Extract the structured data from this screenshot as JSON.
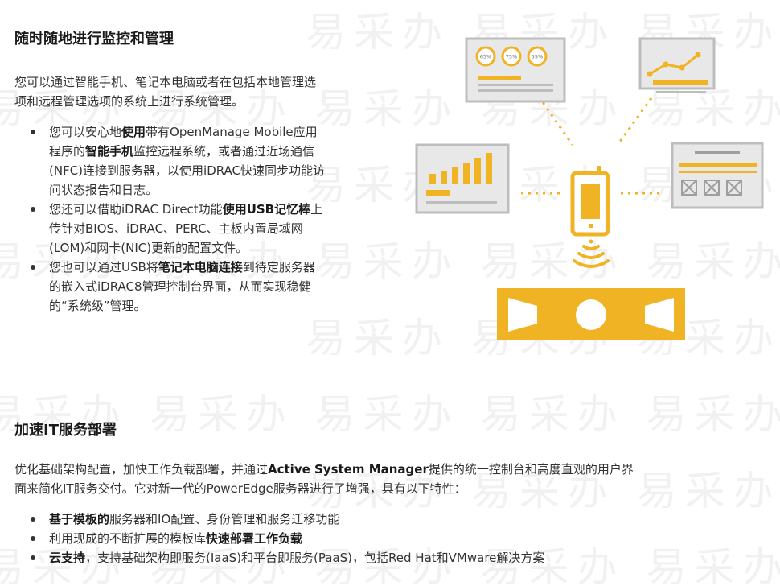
{
  "watermark": {
    "text": "易采办"
  },
  "section1": {
    "title": "随时随地进行监控和管理",
    "intro_line1": "您可以通过智能手机、笔记本电脑或者在包括本地管理选",
    "intro_line2": "项和远程管理选项的系统上进行系统管理。",
    "bullets": [
      {
        "lines": [
          [
            "您可以安心地",
            "使用",
            "带有OpenManage Mobile应用"
          ],
          [
            "程序的",
            "智能手机",
            "监控远程系统，或者通过近场通信"
          ],
          [
            "(NFC)连接到服务器，以使用iDRAC快速同步功能访"
          ],
          [
            "问状态报告和日志。"
          ]
        ]
      },
      {
        "lines": [
          [
            "您还可以借助iDRAC Direct功能",
            "使用USB记忆棒",
            "上"
          ],
          [
            "传针对BIOS、iDRAC、PERC、主板内置局域网"
          ],
          [
            "(LOM)和网卡(NIC)更新的配置文件。"
          ]
        ]
      },
      {
        "lines": [
          [
            "您也可以通过USB将",
            "笔记本电脑连接",
            "到待定服务器"
          ],
          [
            "的嵌入式iDRAC8管理控制台界面，从而实现稳健"
          ],
          [
            "的“系统级”管理。"
          ]
        ]
      }
    ]
  },
  "section2": {
    "title": "加速IT服务部署",
    "intro_line1_pre": "优化基础架构配置，加快工作负载部署，并通过",
    "intro_line1_bold": "Active System Manager",
    "intro_line1_post": "提供的统一控制台和高度直观的用户界",
    "intro_line2": "面来简化IT服务交付。它对新一代的PowerEdge服务器进行了增强，具有以下特性：",
    "bullets": [
      {
        "bold": "基于模板的",
        "rest": "服务器和IO配置、身份管理和服务迁移功能",
        "bold_first": true
      },
      {
        "pre": "利用现成的不断扩展的模板库",
        "bold": "快速部署工作负载"
      },
      {
        "bold": "云支持",
        "rest": "，支持基础架构即服务(IaaS)和平台即服务(PaaS)，包括Red Hat和VMware解决方案",
        "bold_first": true
      }
    ]
  },
  "illustration": {
    "accent": "#f0b323",
    "panel_fill": "#e8e8e8",
    "panel_stroke": "#bdbdbd",
    "gauge_labels": [
      "65%",
      "75%",
      "55%"
    ],
    "icons": [
      "gauge-dashboard-icon",
      "line-chart-dashboard-icon",
      "bar-chart-dashboard-icon",
      "checkbox-form-icon",
      "smartphone-icon",
      "nfc-wave-icon",
      "server-icon"
    ]
  }
}
